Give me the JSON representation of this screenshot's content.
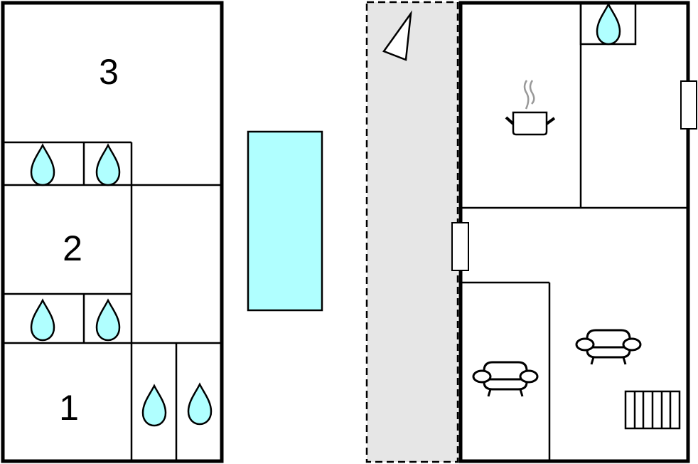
{
  "rooms": {
    "room_3": "3",
    "room_2": "2",
    "room_1": "1"
  },
  "colors": {
    "water": "#b0ffff",
    "terrace": "#e6e6e6",
    "wall": "#000000",
    "steam": "#999999"
  },
  "icons": [
    "water-drop-icon",
    "compass-north-icon",
    "cooking-pot-icon",
    "sofa-icon",
    "radiator-icon",
    "window-icon"
  ]
}
